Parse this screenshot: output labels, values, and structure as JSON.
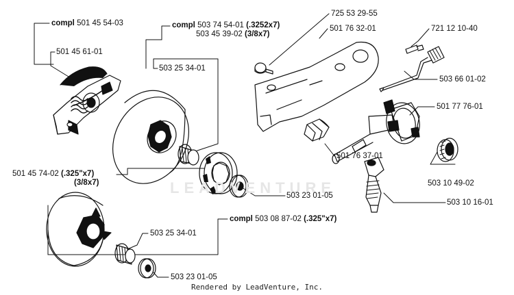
{
  "diagram": {
    "watermark": "LEADVENTURE",
    "footer": "Rendered by LeadVenture, Inc.",
    "labels": {
      "clutch_compl": {
        "prefix": "compl",
        "part": "501 45 54-03"
      },
      "clutch_shoe": "501 45 61-01",
      "drum_compl_a": {
        "prefix": "compl",
        "part": "503 74 54-01",
        "spec": "(.3252x7)"
      },
      "drum_compl_b": {
        "part": "503 45 39-02",
        "spec": "(3/8x7)"
      },
      "bearing_top": "503 25 34-01",
      "rim": {
        "part": "501 45 74-02",
        "spec": "(.325\"x7)",
        "spec2": "(3/8x7)"
      },
      "washer_top": "503 23 01-05",
      "drum_compl_bottom": {
        "prefix": "compl",
        "part": "503 08 87-02",
        "spec": "(.325\"x7)"
      },
      "bearing_bottom": "503 25 34-01",
      "washer_bottom": "503 23 01-05",
      "screw": "725 53 29-55",
      "plate": "501 76 32-01",
      "pin": "721 12 10-40",
      "shaft": "503 66 01-02",
      "guide": "501 76 37-01",
      "pump": "501 77 76-01",
      "plug": "503 10 49-02",
      "hose": "503 10 16-01"
    }
  }
}
